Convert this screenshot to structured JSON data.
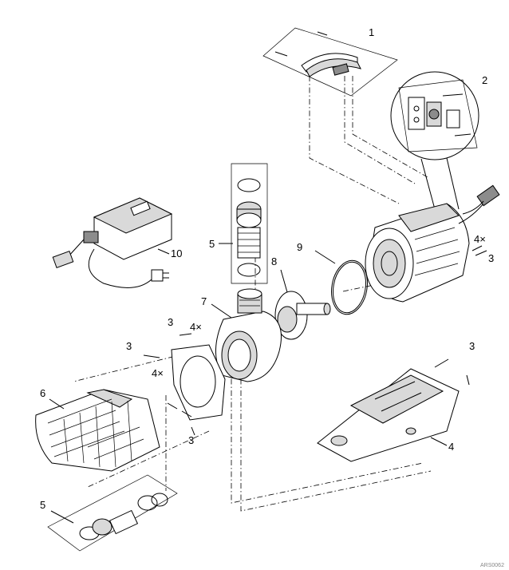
{
  "callouts": {
    "c1": "1",
    "c2": "2",
    "c3_right": "3",
    "c4x_right": "4×",
    "c4": "4",
    "c3_base": "3",
    "c5_top": "5",
    "c5_bottom": "5",
    "c6": "6",
    "c7": "7",
    "c8": "8",
    "c9": "9",
    "c10": "10",
    "c3_upper": "3",
    "c4x_upper": "4×",
    "c3_left": "3",
    "c4x_left": "4×",
    "c3_lower": "3"
  },
  "reference_code": "ARS0062"
}
